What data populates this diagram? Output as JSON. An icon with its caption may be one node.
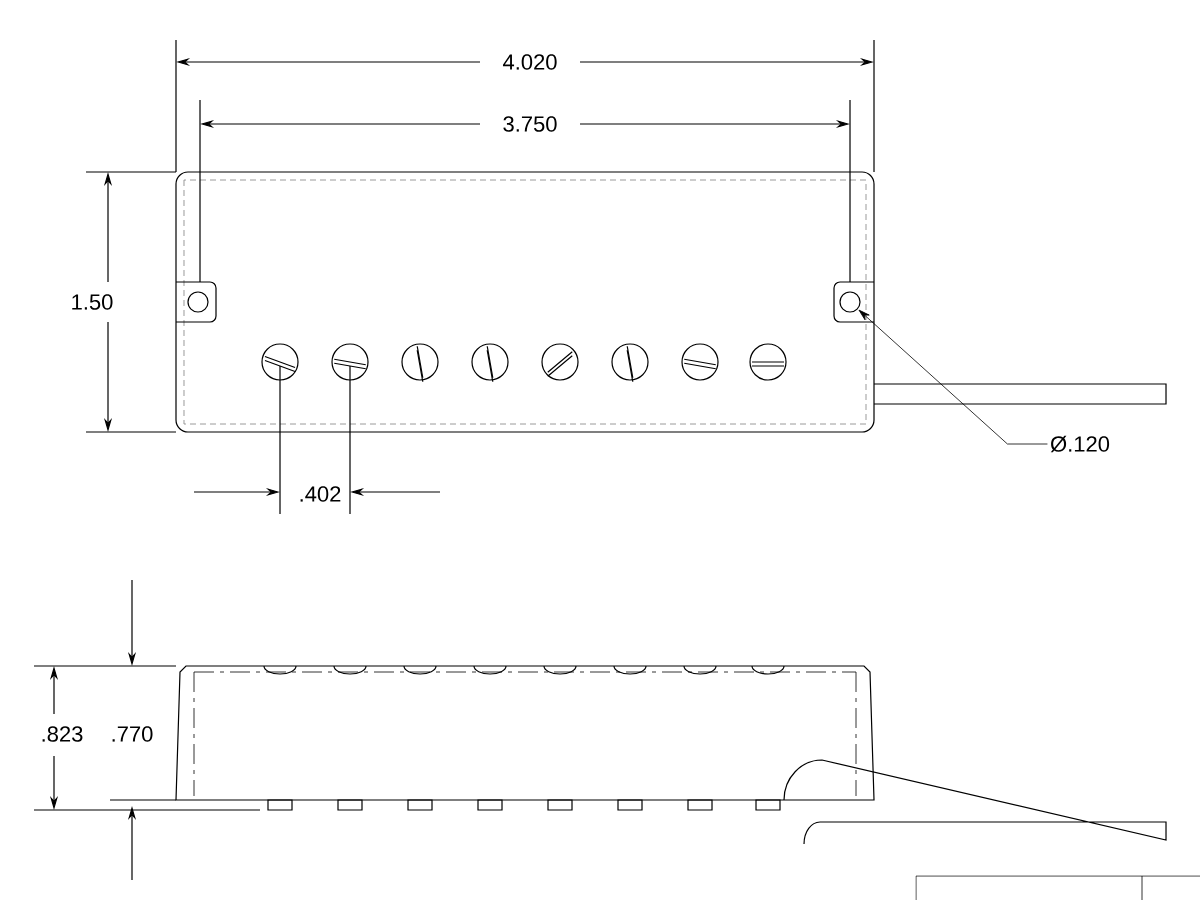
{
  "diagram": {
    "nodes": [
      {
        "text": [
          "Ø.120"
        ]
      },
      {
        "text": [],
        "shape": "circle"
      }
    ],
    "edges": [
      {
        "from": 0,
        "to": 1,
        "arrow": "to"
      }
    ],
    "labels": [
      "4.020",
      "3.750",
      "1.50",
      ".402",
      ".823",
      ".770"
    ]
  }
}
